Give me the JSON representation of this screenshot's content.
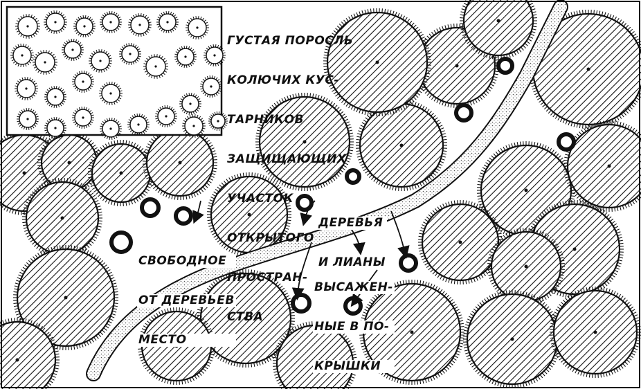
{
  "labels": {
    "bushes": [
      "ГУСТАЯ ПОРОСЛЬ",
      "КОЛЮЧИХ КУС-",
      "ТАРНИКОВ",
      "ЗАЩИЩАЮЩИХ",
      "УЧАСТОК",
      "ОТКРЫТОГО",
      "ПРОСТРАН-",
      "СТВА"
    ],
    "open_space": [
      "СВОБОДНОЕ",
      "ОТ ДЕРЕВЬЕВ",
      "МЕСТО"
    ],
    "trees_vines": [
      "ДЕРЕВЬЯ",
      "И ЛИАНЫ"
    ],
    "planted_tires": [
      "ВЫСАЖЕН-",
      "НЫЕ В ПО-",
      "КРЫШКИ"
    ]
  },
  "colors": {
    "ink": "#111111",
    "paper": "#ffffff",
    "path_dots": "#555555"
  }
}
